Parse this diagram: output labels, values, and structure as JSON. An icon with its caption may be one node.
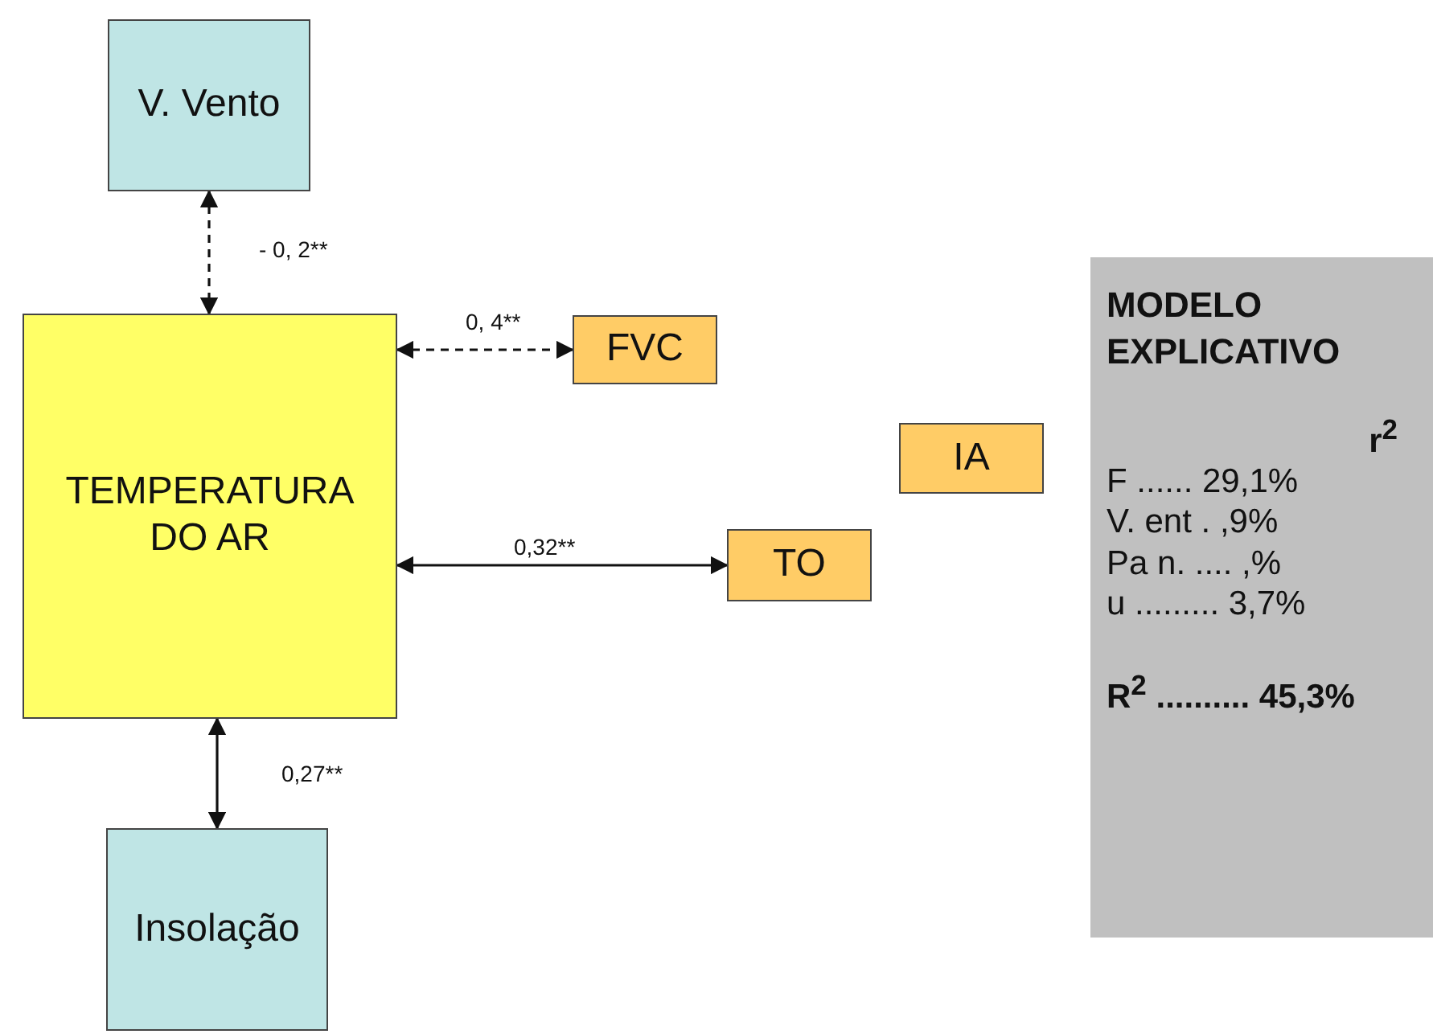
{
  "diagram": {
    "nodes": [
      {
        "text": [
          "V. Vento"
        ]
      },
      {
        "text": [
          "TEMPERATURA DO AR"
        ]
      },
      {
        "text": [
          "FVC"
        ]
      },
      {
        "text": [
          "IA"
        ]
      },
      {
        "text": [
          "TO"
        ]
      },
      {
        "text": [
          "Insolação"
        ]
      },
      {
        "text": [
          "MODELO EXPLICATIVO",
          "r$^{2}$",
          "F ...... 29,1%",
          "V. ent . ,9%",
          "Pa n. .... ,%",
          "u ......... 3,7%",
          "R$^{2}$ .......... 45,3%"
        ]
      }
    ],
    "edges": [
      {
        "from": 0,
        "to": 1,
        "arrow": "both",
        "label": "- 0,  2**",
        "style": "dashed"
      },
      {
        "from": 1,
        "to": 2,
        "arrow": "both",
        "label": "0,  4**",
        "style": "dashed"
      },
      {
        "from": 1,
        "to": 4,
        "arrow": "both",
        "label": "0,32**"
      },
      {
        "from": 1,
        "to": 5,
        "arrow": "both",
        "label": "0,27**"
      }
    ]
  }
}
